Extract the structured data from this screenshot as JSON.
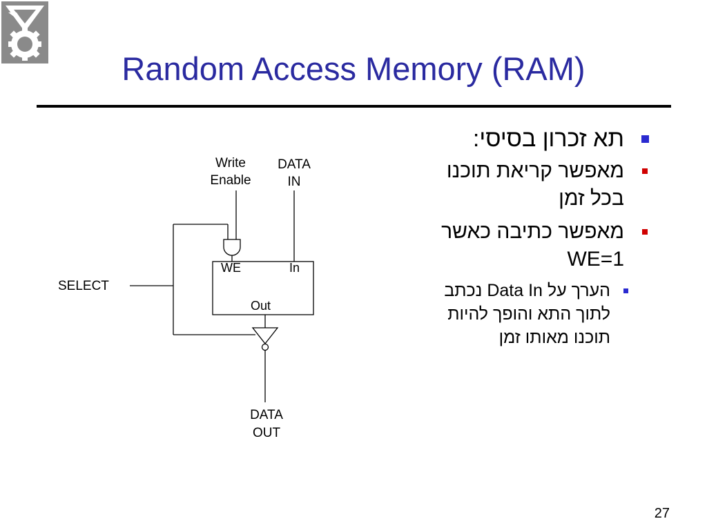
{
  "slide": {
    "title": "Random Access Memory (RAM)",
    "page_number": "27"
  },
  "diagram": {
    "write_enable_label": [
      "Write",
      "Enable"
    ],
    "data_in_label": [
      "DATA",
      "IN"
    ],
    "we_port": "WE",
    "in_port": "In",
    "out_port": "Out",
    "select_label": "SELECT",
    "data_out_label": [
      "DATA",
      "OUT"
    ]
  },
  "bullets": {
    "main": "תא זכרון בסיסי:",
    "read": [
      "מאפשר קריאת תוכנו",
      "בכל זמן"
    ],
    "write": [
      "מאפשר כתיבה כאשר",
      "WE=1"
    ],
    "detail": [
      "הערך על Data In נכתב",
      "לתוך התא והופך להיות",
      "תוכנו מאותו זמן"
    ]
  }
}
